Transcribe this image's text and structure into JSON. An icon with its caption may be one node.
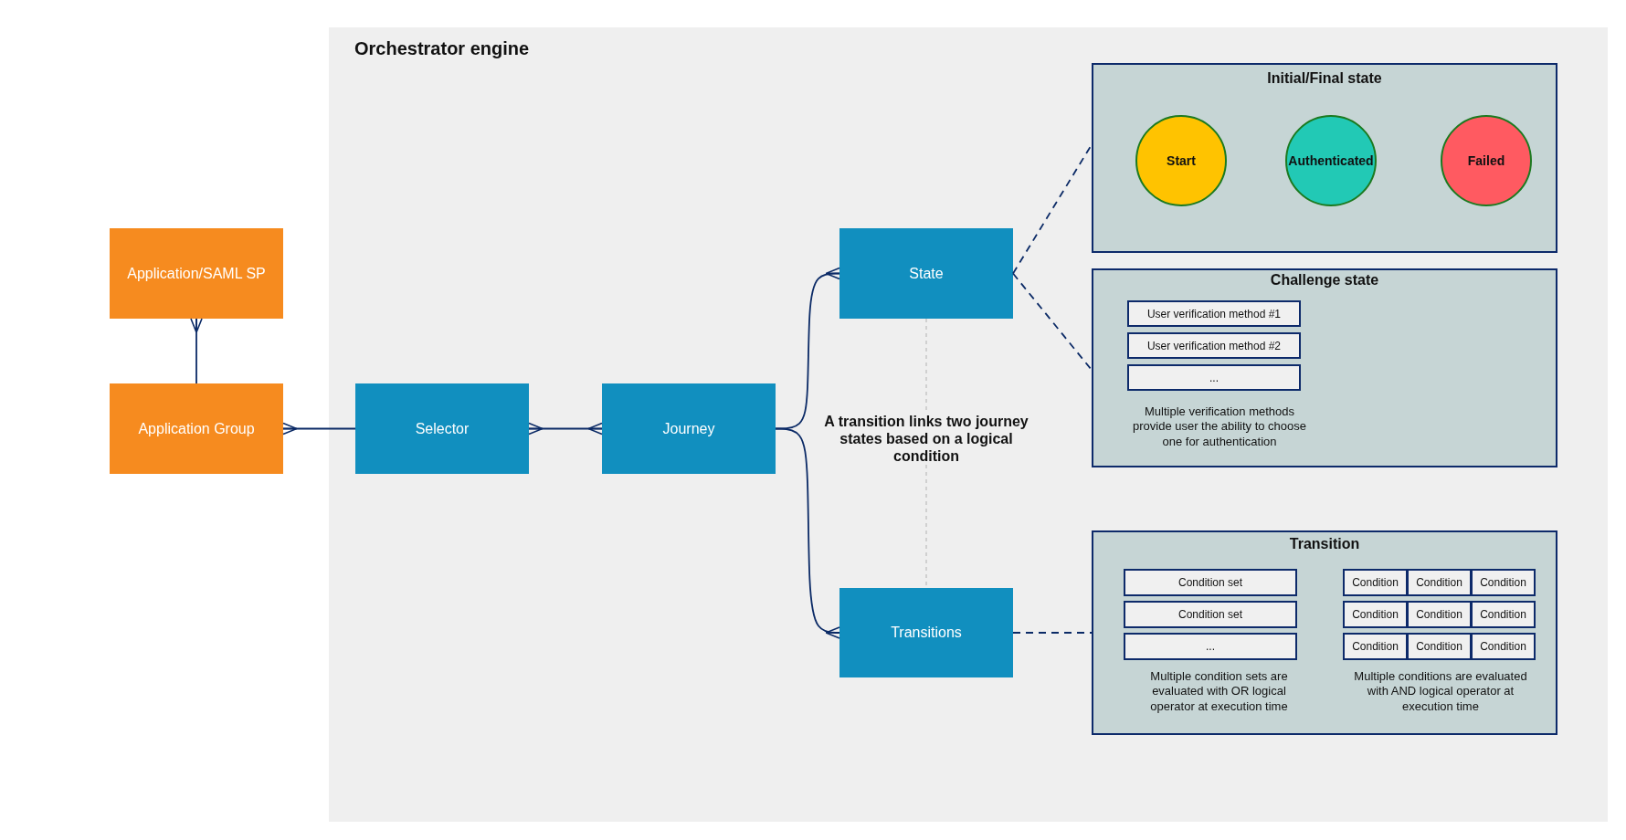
{
  "diagram": {
    "nodes": [
      {
        "text": [
          "Orchestrator engine"
        ]
      },
      {
        "text": [
          "Application/SAML SP"
        ]
      },
      {
        "text": [
          "Application Group"
        ]
      },
      {
        "text": [
          "Selector"
        ],
        "in": 0
      },
      {
        "text": [
          "Journey"
        ],
        "in": 0
      },
      {
        "text": [
          "State"
        ],
        "in": 0
      },
      {
        "text": [
          "Transitions"
        ],
        "in": 0
      },
      {
        "text": [
          "Initial/Final state"
        ],
        "in": 0
      },
      {
        "text": [
          "Start"
        ],
        "in": 7
      },
      {
        "text": [
          "Authenticated"
        ],
        "in": 7
      },
      {
        "text": [
          "Failed"
        ],
        "in": 7
      },
      {
        "text": [
          "Challenge state",
          "Multiple verification methods provide user the ability to choose one for authentication"
        ],
        "in": 0
      },
      {
        "text": [
          "User verification method #1"
        ],
        "in": 11
      },
      {
        "text": [
          "User verification method #2"
        ],
        "in": 11
      },
      {
        "text": [
          "..."
        ],
        "in": 11
      },
      {
        "text": [
          "Transition",
          "Multiple condition sets are evaluated with OR logical operator at execution time",
          "Multiple conditions are evaluated with AND logical operator at execution time"
        ],
        "in": 0
      },
      {
        "text": [
          "Condition set"
        ],
        "in": 15
      },
      {
        "text": [
          "Condition set"
        ],
        "in": 15
      },
      {
        "text": [
          "..."
        ],
        "in": 15
      },
      {
        "text": [
          "Condition"
        ],
        "in": 15
      },
      {
        "text": [
          "Condition"
        ],
        "in": 15
      },
      {
        "text": [
          "Condition"
        ],
        "in": 15
      },
      {
        "text": [
          "Condition"
        ],
        "in": 15
      },
      {
        "text": [
          "Condition"
        ],
        "in": 15
      },
      {
        "text": [
          "Condition"
        ],
        "in": 15
      },
      {
        "text": [
          "Condition"
        ],
        "in": 15
      },
      {
        "text": [
          "Condition"
        ],
        "in": 15
      },
      {
        "text": [
          "Condition"
        ],
        "in": 15
      }
    ],
    "edges": [
      {
        "from": 2,
        "to": 1,
        "arrow": "other"
      },
      {
        "from": 3,
        "to": 2,
        "arrow": "other"
      },
      {
        "from": 3,
        "to": 4,
        "arrow": "other"
      },
      {
        "from": 4,
        "to": 5,
        "arrow": "other"
      },
      {
        "from": 4,
        "to": 6,
        "arrow": "other"
      },
      {
        "from": 5,
        "to": 7,
        "arrow": "none",
        "style": "dashed"
      },
      {
        "from": 5,
        "to": 11,
        "arrow": "none",
        "style": "dashed"
      },
      {
        "from": 6,
        "to": 15,
        "arrow": "none",
        "style": "dashed"
      },
      {
        "from": 5,
        "to": 6,
        "arrow": "none",
        "style": "dashed",
        "color": "#bbbbbb",
        "label": "A transition links two journey states based on a logical condition"
      }
    ]
  }
}
